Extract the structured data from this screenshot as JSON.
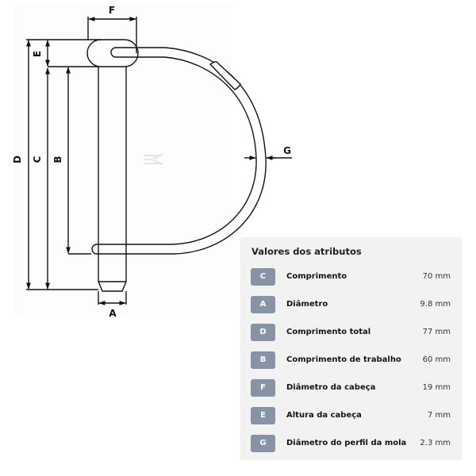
{
  "drawing": {
    "title": "Lynch pin technical drawing",
    "dimension_labels": {
      "A": "A",
      "B": "B",
      "C": "C",
      "D": "D",
      "E": "E",
      "F": "F",
      "G": "G"
    },
    "line_color": "#111111",
    "watermark_icon": "k-logo-watermark"
  },
  "panel": {
    "title": "Valores dos atributos",
    "badge_color": "#8794a6",
    "background": "#f2f2f2",
    "rows": [
      {
        "key": "C",
        "name": "Comprimento",
        "value": "70 mm"
      },
      {
        "key": "A",
        "name": "Diâmetro",
        "value": "9.8 mm"
      },
      {
        "key": "D",
        "name": "Comprimento total",
        "value": "77 mm"
      },
      {
        "key": "B",
        "name": "Comprimento de trabalho",
        "value": "60 mm"
      },
      {
        "key": "F",
        "name": "Diâmetro da cabeça",
        "value": "19 mm"
      },
      {
        "key": "E",
        "name": "Altura da cabeça",
        "value": "7 mm"
      },
      {
        "key": "G",
        "name": "Diâmetro do perfil da mola",
        "value": "2.3 mm"
      }
    ]
  }
}
